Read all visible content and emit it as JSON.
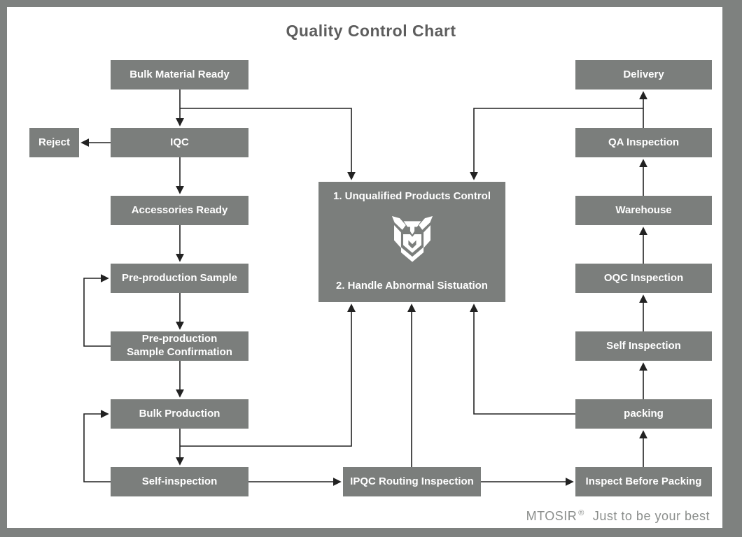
{
  "title": "Quality Control Chart",
  "colors": {
    "frame_border": "#7e817f",
    "page_background": "#ffffff",
    "node_fill": "#7b7e7c",
    "node_text": "#ffffff",
    "title_text": "#5d5d5d",
    "connector_line": "#222222",
    "footer_text": "#8b8e8c"
  },
  "nodes": {
    "bulk_material_ready": {
      "label": "Bulk Material Ready"
    },
    "reject": {
      "label": "Reject"
    },
    "iqc": {
      "label": "IQC"
    },
    "accessories_ready": {
      "label": "Accessories Ready"
    },
    "pre_production_sample": {
      "label": "Pre-production Sample"
    },
    "pre_production_sample_confirmation": {
      "label": "Pre-production\nSample Confirmation"
    },
    "bulk_production": {
      "label": "Bulk Production"
    },
    "self_inspection_left": {
      "label": "Self-inspection"
    },
    "ipqc_routing_inspection": {
      "label": "IPQC Routing Inspection"
    },
    "inspect_before_packing": {
      "label": "Inspect Before Packing"
    },
    "packing": {
      "label": "packing"
    },
    "self_inspection_right": {
      "label": "Self Inspection"
    },
    "oqc_inspection": {
      "label": "OQC Inspection"
    },
    "warehouse": {
      "label": "Warehouse"
    },
    "qa_inspection": {
      "label": "QA Inspection"
    },
    "delivery": {
      "label": "Delivery"
    },
    "control_center": {
      "line1": "1. Unqualified Products Control",
      "line2": "2. Handle Abnormal Sistuation",
      "logo": "mtosir-shield-logo"
    }
  },
  "edges": [
    {
      "from": "bulk_material_ready",
      "to": "iqc"
    },
    {
      "from": "iqc",
      "to": "reject"
    },
    {
      "from": "iqc",
      "to": "accessories_ready"
    },
    {
      "from": "iqc",
      "to": "control_center"
    },
    {
      "from": "accessories_ready",
      "to": "pre_production_sample"
    },
    {
      "from": "pre_production_sample",
      "to": "pre_production_sample_confirmation"
    },
    {
      "from": "pre_production_sample_confirmation",
      "to": "pre_production_sample"
    },
    {
      "from": "pre_production_sample_confirmation",
      "to": "bulk_production"
    },
    {
      "from": "bulk_production",
      "to": "self_inspection_left"
    },
    {
      "from": "bulk_production",
      "to": "control_center"
    },
    {
      "from": "self_inspection_left",
      "to": "bulk_production"
    },
    {
      "from": "self_inspection_left",
      "to": "ipqc_routing_inspection"
    },
    {
      "from": "ipqc_routing_inspection",
      "to": "control_center"
    },
    {
      "from": "ipqc_routing_inspection",
      "to": "inspect_before_packing"
    },
    {
      "from": "inspect_before_packing",
      "to": "packing"
    },
    {
      "from": "packing",
      "to": "control_center"
    },
    {
      "from": "packing",
      "to": "self_inspection_right"
    },
    {
      "from": "self_inspection_right",
      "to": "oqc_inspection"
    },
    {
      "from": "oqc_inspection",
      "to": "warehouse"
    },
    {
      "from": "warehouse",
      "to": "qa_inspection"
    },
    {
      "from": "qa_inspection",
      "to": "delivery"
    },
    {
      "from": "qa_inspection",
      "to": "control_center"
    }
  ],
  "footer": {
    "brand": "MTOSIR",
    "reg": "®",
    "tagline": "Just to be your best"
  }
}
